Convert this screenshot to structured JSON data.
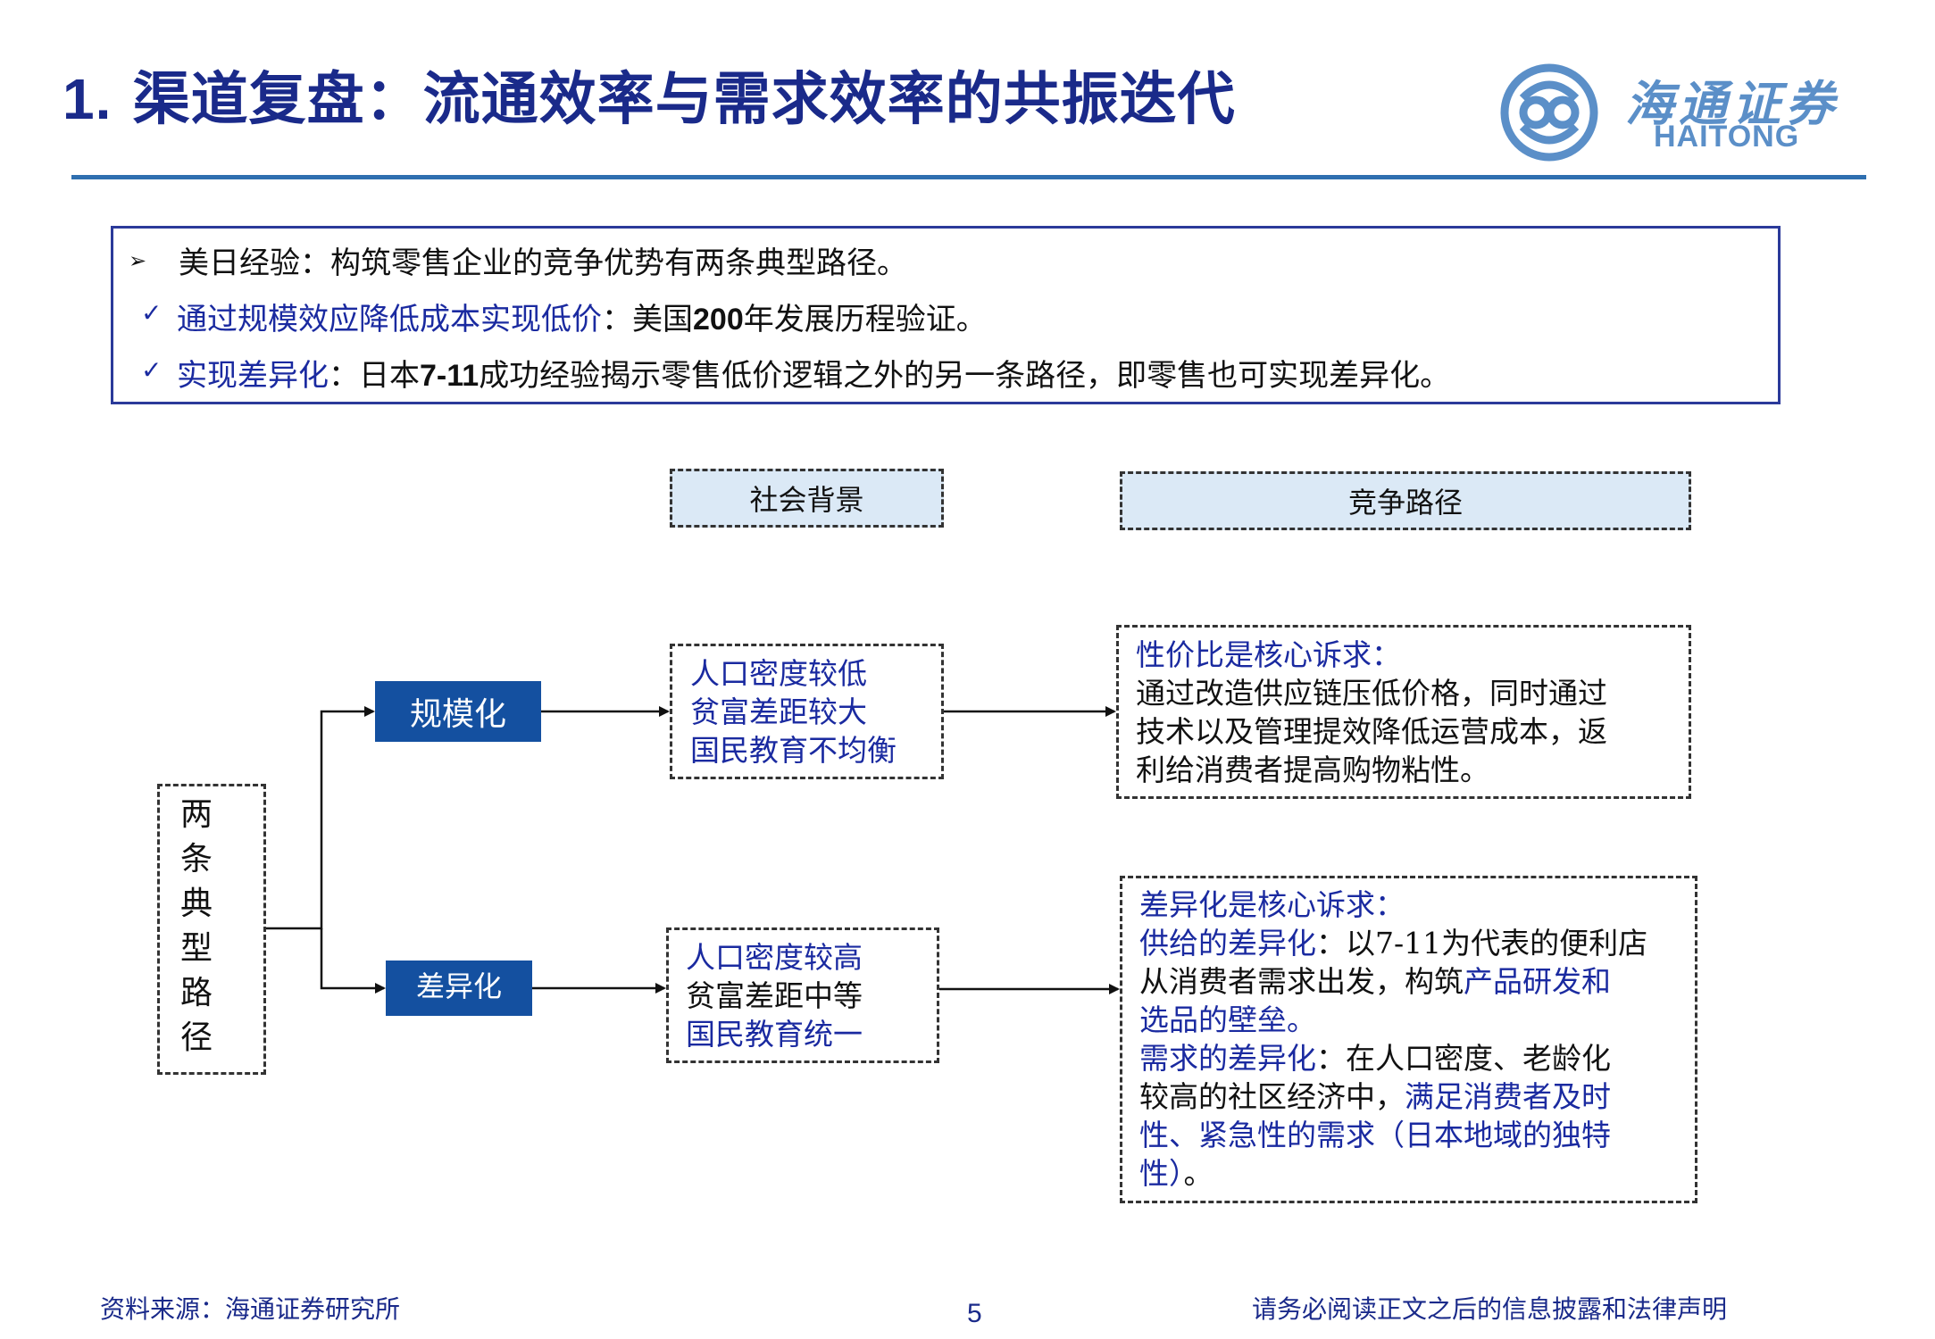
{
  "header": {
    "title_num": "1.",
    "title_text": "渠道复盘：流通效率与需求效率的共振迭代",
    "logo_cn": "海通证券",
    "logo_en": "HAITONG"
  },
  "summary": {
    "line1": "美日经验：构筑零售企业的竞争优势有两条典型路径。",
    "line2_blue": "通过规模效应降低成本实现低价",
    "line2_a": "：美国",
    "line2_num": "200",
    "line2_b": "年发展历程验证。",
    "line3_blue": "实现差异化",
    "line3_a": "：日本",
    "line3_num": "7-11",
    "line3_b": "成功经验揭示零售低价逻辑之外的另一条路径，即零售也可实现差异化。"
  },
  "diagram": {
    "header_social": "社会背景",
    "header_path": "竞争路径",
    "root_chars": [
      "两",
      "条",
      "典",
      "型",
      "路",
      "径"
    ],
    "scale_label": "规模化",
    "diff_label": "差异化",
    "social1": [
      "人口密度较低",
      "贫富差距较大",
      "国民教育不均衡"
    ],
    "social2": [
      "人口密度较高",
      "贫富差距中等",
      "国民教育统一"
    ],
    "path1_title": "性价比是核心诉求：",
    "path1_lines": [
      "通过改造供应链压低价格，同时通过",
      "技术以及管理提效降低运营成本，返",
      "利给消费者提高购物粘性。"
    ],
    "path2_title": "差异化是核心诉求：",
    "path2_l1_blue": "供给的差异化",
    "path2_l1_rest": "：以7-11为代表的便利店",
    "path2_l2_black": "从消费者需求出发，构筑",
    "path2_l2_blue": "产品研发和",
    "path2_l3_blue": "选品的壁垒。",
    "path2_l4_blue": "需求的差异化",
    "path2_l4_rest": "：在人口密度、老龄化",
    "path2_l5_black": "较高的社区经济中，",
    "path2_l5_blue": "满足消费者及时",
    "path2_l6_blue": "性、紧急性的需求（日本地域的独特",
    "path2_l7_blue": "性）",
    "path2_l7_rest": "。"
  },
  "footer": {
    "source": "资料来源：海通证券研究所",
    "page": "5",
    "disclaimer": "请务必阅读正文之后的信息披露和法律声明"
  }
}
